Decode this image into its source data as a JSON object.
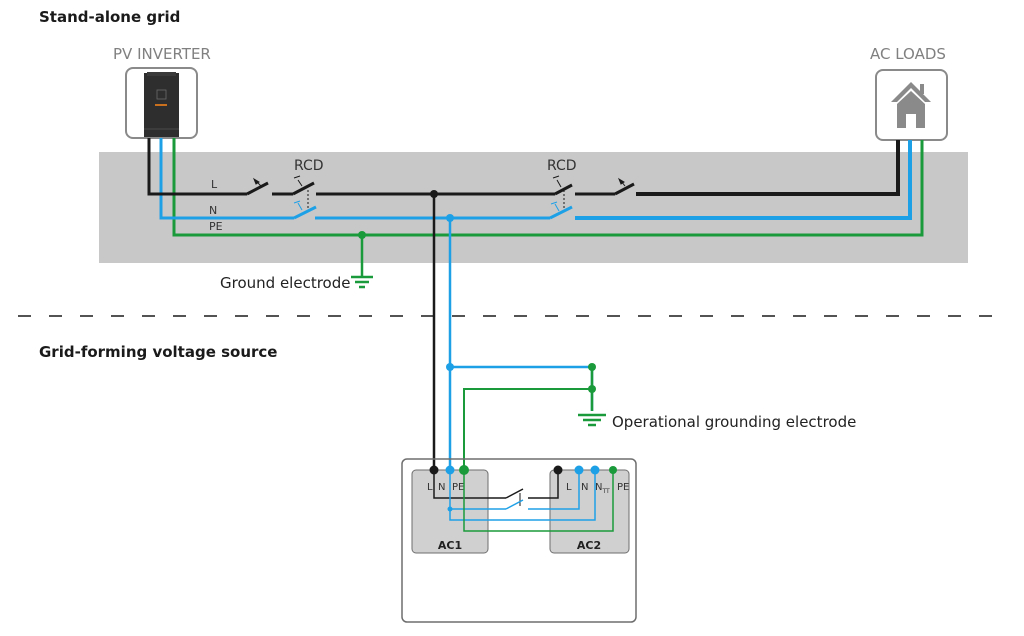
{
  "colors": {
    "line": "#1a1a1a",
    "neutral": "#1ea0e6",
    "protective_earth": "#1a9a3a",
    "panel": "#c8c8c9",
    "device_frame": "#8a8a8a",
    "house_icon": "#8a8a8a"
  },
  "sections": {
    "top_title": "Stand-alone grid",
    "bottom_title": "Grid-forming voltage source"
  },
  "devices": {
    "pv_inverter": "PV INVERTER",
    "ac_loads": "AC LOADS"
  },
  "wire_labels": {
    "line": "L",
    "neutral": "N",
    "pe": "PE"
  },
  "rcd_labels": [
    "RCD",
    "RCD"
  ],
  "grounding": {
    "ground_electrode": "Ground electrode",
    "operational_grounding": "Operational grounding electrode"
  },
  "source": {
    "ac1": {
      "name": "AC1",
      "terminals": [
        "L",
        "N",
        "PE"
      ]
    },
    "ac2": {
      "name": "AC2",
      "terminals": [
        "L",
        "N",
        "N",
        "PE"
      ],
      "nt_subscript": "TT"
    }
  }
}
